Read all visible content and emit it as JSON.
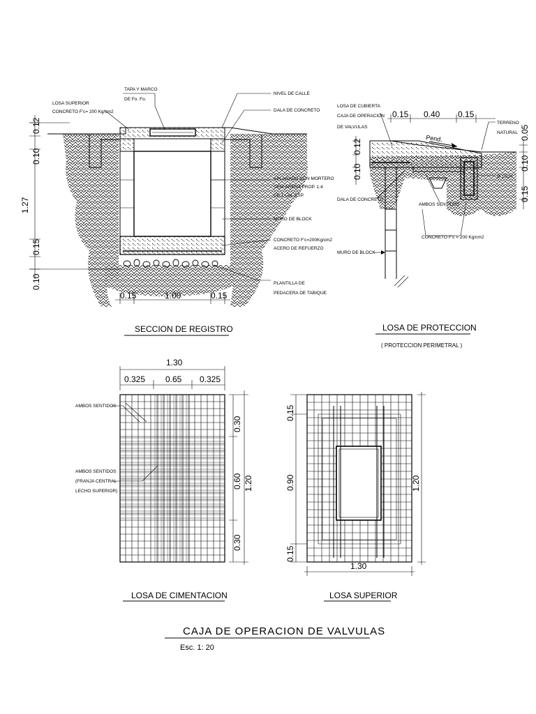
{
  "main_title": "CAJA DE OPERACION DE VALVULAS",
  "scale": "Esc. 1: 20",
  "views": {
    "seccion": {
      "title": "SECCION DE REGISTRO",
      "labels": {
        "losa_superior_1": "LOSA SUPERIOR",
        "losa_superior_2": "CONCRETO F'c= 200 Kg/cm2",
        "tapa_1": "TAPA Y MARCO",
        "tapa_2": "DE Fo. Fo.",
        "nivel_calle": "NIVEL DE CALLE",
        "dala": "DALA DE CONCRETO",
        "aplanado_1": "APLANADO CON MORTERO",
        "aplanado_2": "CEM-ARENA PROP. 1:4",
        "aplanado_3": "DE 1 CM. ESP.",
        "muro": "MURO DE BLOCK",
        "concreto_1": "CONCRETO F'c=200Kg/cm2",
        "concreto_2": "ACERO DE REFUERZO",
        "plantilla_1": "PLANTILLA DE",
        "plantilla_2": "PEDACERA DE TABIQUE"
      },
      "dims": {
        "total_h": "1.27",
        "v_top_a": "0.12",
        "v_top_b": "0.10",
        "v_bot_a": "0.15",
        "v_bot_b": "0.10",
        "h_left": "0.15",
        "h_mid": "1.00",
        "h_right": "0.15"
      }
    },
    "losa_proteccion": {
      "title": "LOSA DE PROTECCION",
      "subtitle": "( PROTECCION PERIMETRAL )",
      "labels": {
        "losa_cub_1": "LOSA DE CUBIERTA",
        "losa_cub_2": "CAJA DE OPERACION",
        "losa_cub_3": "DE VALVULAS",
        "terreno_1": "TERRENO",
        "terreno_2": "NATURAL",
        "pend": "Pend.",
        "diam": "Ø 15cm",
        "dala": "DALA DE CONCRETO",
        "ambos": "AMBOS SENTIDOS",
        "concreto": "CONCRETO F'c = 200 Kg/cm2",
        "muro": "MURO DE BLOCK"
      },
      "dims": {
        "h1": "0.15",
        "h2": "0.40",
        "h3": "0.15",
        "vl_a": "0.12",
        "vl_b": "0.10",
        "vr_a": "0.05",
        "vr_b": "0.10",
        "vr_c": "0.15"
      }
    },
    "cimentacion": {
      "title": "LOSA DE CIMENTACION",
      "labels": {
        "ambos_1": "AMBOS SENTIDOS",
        "ambos_2": "AMBOS SENTIDOS",
        "franja": "(FRANJA CENTRAL",
        "lecho": "LECHO SUPERIOR)"
      },
      "dims": {
        "total_w": "1.30",
        "w_a": "0.325",
        "w_b": "0.65",
        "w_c": "0.325",
        "h_a": "0.30",
        "h_b": "0.60",
        "h_c": "0.30",
        "total_h": "1.20"
      }
    },
    "superior": {
      "title": "LOSA SUPERIOR",
      "dims": {
        "h_a": "0.15",
        "h_b": "0.90",
        "h_c": "0.15",
        "total_h": "1.20",
        "total_w": "1.30"
      }
    }
  }
}
